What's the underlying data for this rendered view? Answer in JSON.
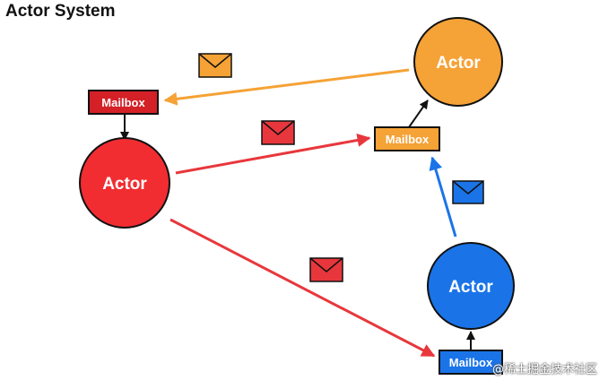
{
  "title": "Actor System",
  "actors": {
    "red": {
      "label": "Actor",
      "color": "#f12d32"
    },
    "orange": {
      "label": "Actor",
      "color": "#f5a236"
    },
    "blue": {
      "label": "Actor",
      "color": "#1a74e8"
    }
  },
  "mailboxes": {
    "red": {
      "label": "Mailbox",
      "color": "#d42027"
    },
    "orange": {
      "label": "Mailbox",
      "color": "#f5a236"
    },
    "blue": {
      "label": "Mailbox",
      "color": "#1a74e8"
    }
  },
  "message_colors": {
    "orange": "#f5a236",
    "red": "#e8373c",
    "blue": "#1a74e8"
  },
  "watermark": "@稀土掘金技术社区"
}
